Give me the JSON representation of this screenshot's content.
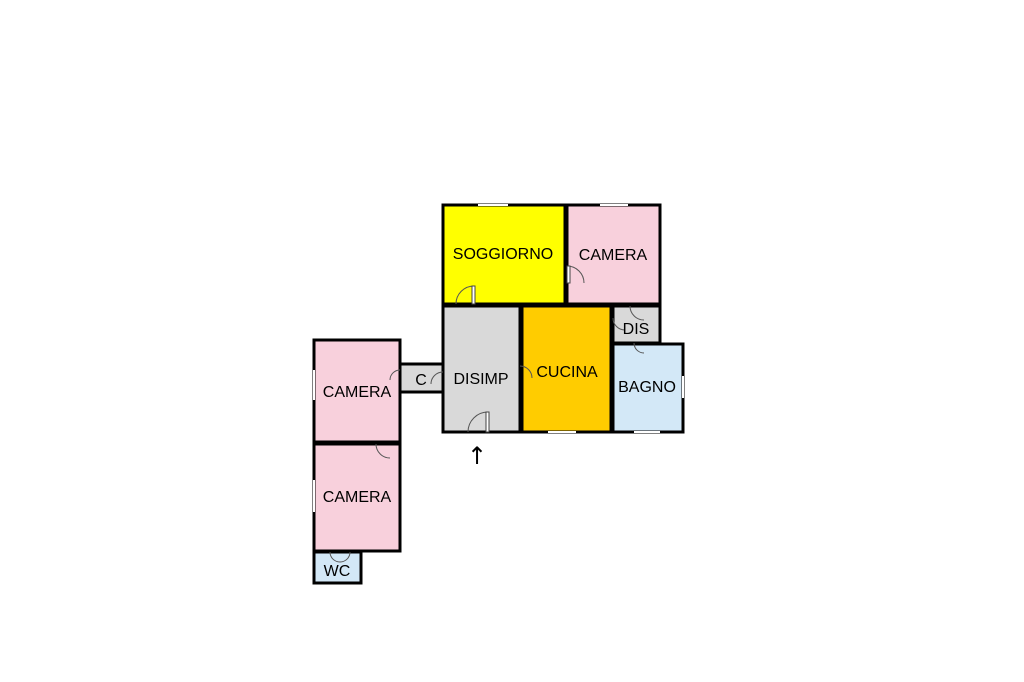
{
  "rooms": {
    "soggiorno": {
      "label": "SOGGIORNO",
      "color": "#ffff00"
    },
    "camera_top": {
      "label": "CAMERA",
      "color": "#f8d0dc"
    },
    "disimp": {
      "label": "DISIMP",
      "color": "#d9d9d9"
    },
    "cucina": {
      "label": "CUCINA",
      "color": "#ffcc00"
    },
    "dis": {
      "label": "DIS",
      "color": "#d9d9d9"
    },
    "bagno": {
      "label": "BAGNO",
      "color": "#d3e8f7"
    },
    "corridor": {
      "label": "C",
      "color": "#d9d9d9"
    },
    "camera_left_top": {
      "label": "CAMERA",
      "color": "#f8d0dc"
    },
    "camera_left_bottom": {
      "label": "CAMERA",
      "color": "#f8d0dc"
    },
    "wc": {
      "label": "WC",
      "color": "#d3e8f7"
    }
  },
  "entrance_arrow": "↑"
}
